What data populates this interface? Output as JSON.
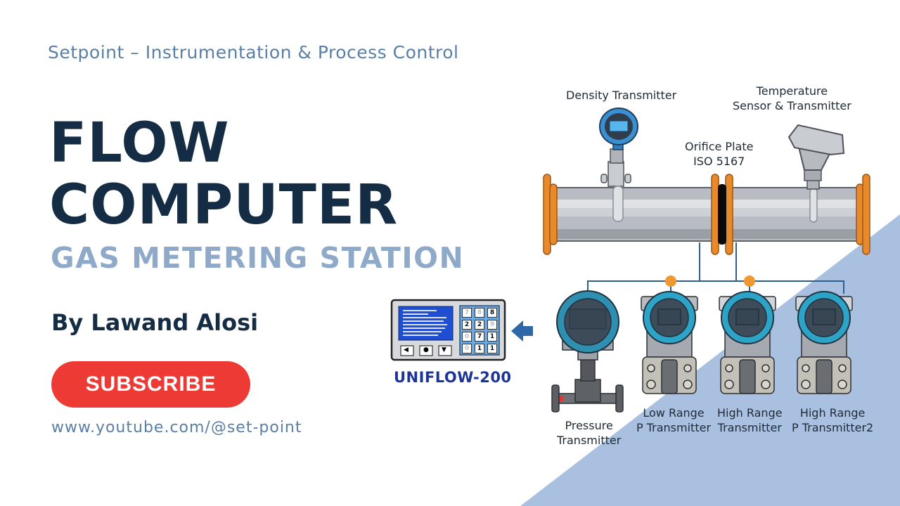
{
  "header": {
    "tagline": "Setpoint – Instrumentation & Process Control"
  },
  "hero": {
    "title_line1": "FLOW",
    "title_line2": "COMPUTER",
    "subtitle": "GAS METERING STATION",
    "author": "By Lawand Alosi",
    "subscribe_label": "SUBSCRIBE",
    "channel_url": "www.youtube.com/@set-point"
  },
  "diagram": {
    "flow_computer": {
      "name": "UNIFLOW-200",
      "keypad": [
        "7",
        "8",
        "8",
        "2",
        "2",
        "9",
        "0",
        "7",
        "1",
        "0",
        "1",
        "1"
      ],
      "nav_buttons": [
        "left",
        "center",
        "down"
      ]
    },
    "labels": {
      "density_transmitter": "Density Transmitter",
      "temperature_line1": "Temperature",
      "temperature_line2": "Sensor & Transmitter",
      "orifice_line1": "Orifice Plate",
      "orifice_line2": "ISO 5167",
      "pressure_line1": "Pressure",
      "pressure_line2": "Transmitter",
      "low_range_line1": "Low Range",
      "low_range_line2": "P Transmitter",
      "high_range_line1": "High Range",
      "high_range_line2": "Transmitter",
      "high_range2_line1": "High Range",
      "high_range2_line2": "P Transmitter2"
    }
  },
  "colors": {
    "navy": "#142c44",
    "light_blue_text": "#8fa9c9",
    "accent_blue": "#5a7fa6",
    "subscribe_red": "#ee3a34",
    "triangle_bg": "#a9c0e0",
    "flange_orange": "#e8892c",
    "transmitter_teal": "#2f9fc4",
    "uniflow_blue": "#1c3596"
  }
}
